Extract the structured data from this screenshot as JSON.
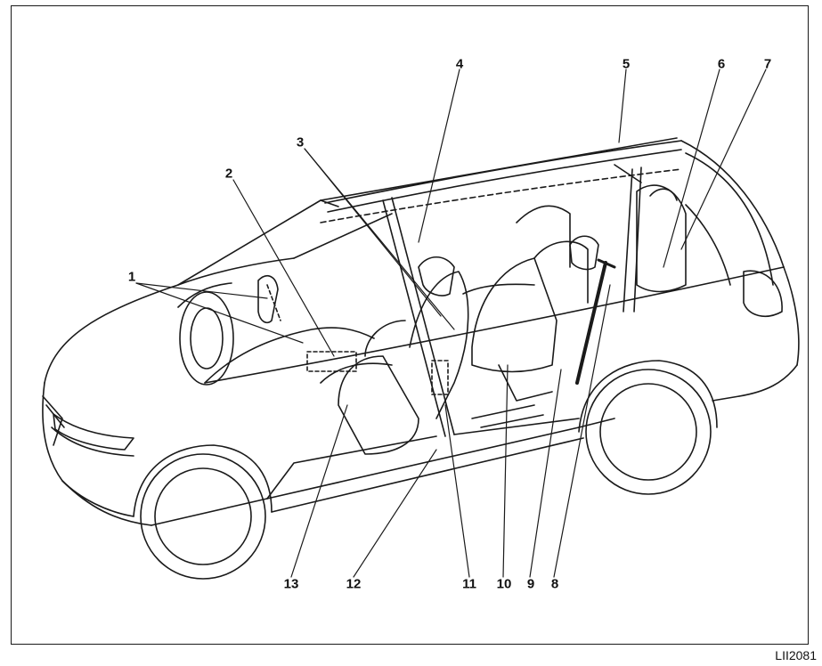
{
  "figure": {
    "id_label": "LII2081",
    "colors": {
      "line": "#1a1a1a",
      "background": "#ffffff"
    }
  },
  "callouts": [
    {
      "number": "1"
    },
    {
      "number": "2"
    },
    {
      "number": "3"
    },
    {
      "number": "4"
    },
    {
      "number": "5"
    },
    {
      "number": "6"
    },
    {
      "number": "7"
    },
    {
      "number": "8"
    },
    {
      "number": "9"
    },
    {
      "number": "10"
    },
    {
      "number": "11"
    },
    {
      "number": "12"
    },
    {
      "number": "13"
    }
  ]
}
